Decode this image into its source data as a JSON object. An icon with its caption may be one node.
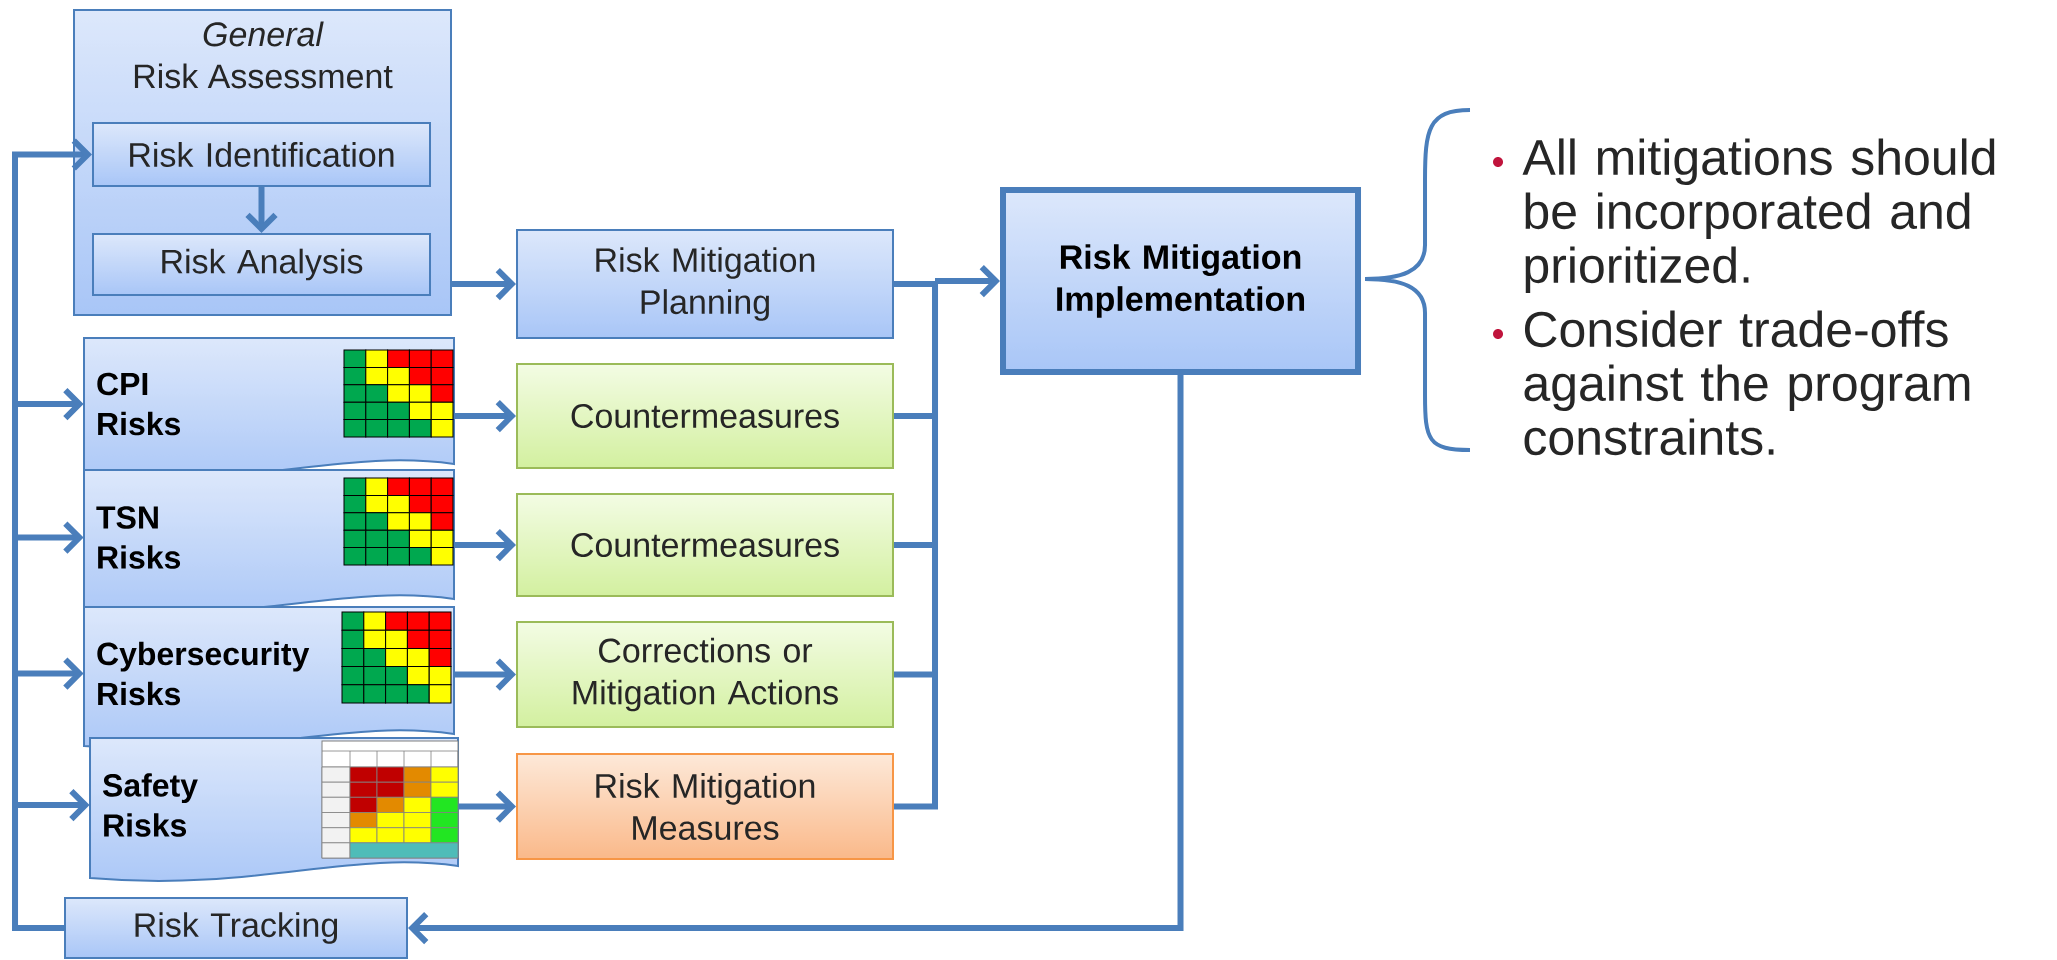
{
  "diagram": {
    "nodes": [
      {
        "text": [
          "General",
          "Risk Assessment"
        ]
      },
      {
        "text": [
          "Risk Identification"
        ],
        "in": 0
      },
      {
        "text": [
          "Risk Analysis"
        ],
        "in": 0
      },
      {
        "text": [
          "Risk Mitigation Planning"
        ]
      },
      {
        "text": [
          "CPI Risks"
        ]
      },
      {
        "text": [
          "TSN Risks"
        ]
      },
      {
        "text": [
          "Cybersecurity Risks"
        ]
      },
      {
        "text": [
          "Safety Risks"
        ]
      },
      {
        "text": [
          "Countermeasures"
        ]
      },
      {
        "text": [
          "Countermeasures"
        ]
      },
      {
        "text": [
          "Corrections or Mitigation Actions"
        ]
      },
      {
        "text": [
          "Risk Mitigation Measures"
        ]
      },
      {
        "text": [
          "Risk Tracking"
        ]
      },
      {
        "text": [
          "Risk Mitigation Implementation"
        ]
      }
    ],
    "edges": [
      {
        "from": 12,
        "to": 1,
        "arrow": "to"
      },
      {
        "from": 12,
        "to": 4,
        "arrow": "to"
      },
      {
        "from": 12,
        "to": 5,
        "arrow": "to"
      },
      {
        "from": 12,
        "to": 6,
        "arrow": "to"
      },
      {
        "from": 12,
        "to": 7,
        "arrow": "to"
      },
      {
        "from": 1,
        "to": 2,
        "arrow": "to"
      },
      {
        "from": 0,
        "to": 3,
        "arrow": "to"
      },
      {
        "from": 4,
        "to": 8,
        "arrow": "to"
      },
      {
        "from": 5,
        "to": 9,
        "arrow": "to"
      },
      {
        "from": 6,
        "to": 10,
        "arrow": "to"
      },
      {
        "from": 7,
        "to": 11,
        "arrow": "to"
      },
      {
        "from": 3,
        "to": 13,
        "arrow": "to"
      },
      {
        "from": 8,
        "to": 13,
        "arrow": "to"
      },
      {
        "from": 9,
        "to": 13,
        "arrow": "to"
      },
      {
        "from": 10,
        "to": 13,
        "arrow": "to"
      },
      {
        "from": 11,
        "to": 13,
        "arrow": "to"
      },
      {
        "from": 13,
        "to": 12,
        "arrow": "to"
      }
    ],
    "labels": [
      "All mitigations should be incorporated and prioritized.",
      "Consider trade-offs against the program constraints."
    ]
  }
}
